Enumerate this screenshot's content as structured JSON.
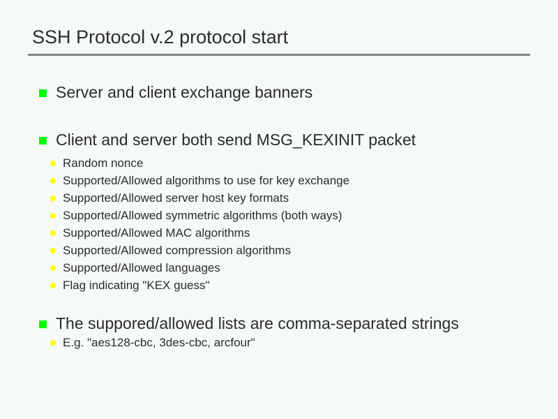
{
  "slide": {
    "title": "SSH Protocol v.2 protocol start",
    "background_color": "#f5faf7",
    "rule_color": "#7f8582",
    "text_color": "#2b2b2b",
    "level1_bullet_color": "#00ff00",
    "level2_bullet_color": "#ffff00",
    "blocks": [
      {
        "text": "Server and client exchange banners",
        "sub": []
      },
      {
        "text": "Client and server both send MSG_KEXINIT packet",
        "sub": [
          "Random nonce",
          "Supported/Allowed algorithms to use for key exchange",
          "Supported/Allowed server host key formats",
          "Supported/Allowed symmetric algorithms (both ways)",
          "Supported/Allowed MAC algorithms",
          "Supported/Allowed compression algorithms",
          "Supported/Allowed languages",
          "Flag indicating \"KEX guess\""
        ]
      },
      {
        "text": "The suppored/allowed lists are comma-separated strings",
        "sub": [
          "E.g. \"aes128-cbc, 3des-cbc, arcfour\""
        ]
      }
    ]
  }
}
